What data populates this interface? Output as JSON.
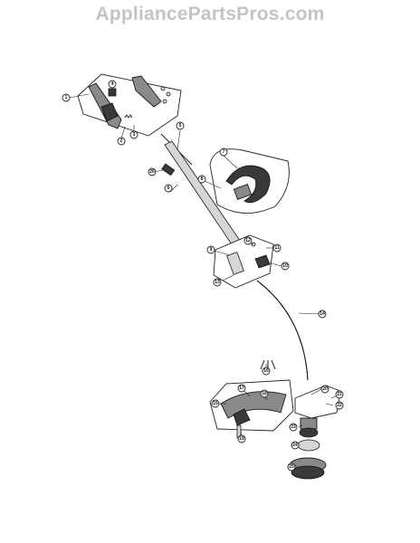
{
  "watermark": "AppliancePartsPros.com",
  "callouts": {
    "c1": "1",
    "c2": "2",
    "c3": "3",
    "c4": "4",
    "c5": "5",
    "c6": "6",
    "c7": "7",
    "c8": "8",
    "c9": "9",
    "c10": "10",
    "c11": "11",
    "c12": "12",
    "c13": "13",
    "c14": "14",
    "c15": "15",
    "c16": "16",
    "c17": "17",
    "c18": "18",
    "c19": "19",
    "c20": "20",
    "c21": "21",
    "c22": "22",
    "c23": "23",
    "c24": "24",
    "c25": "25",
    "c26": "26"
  }
}
